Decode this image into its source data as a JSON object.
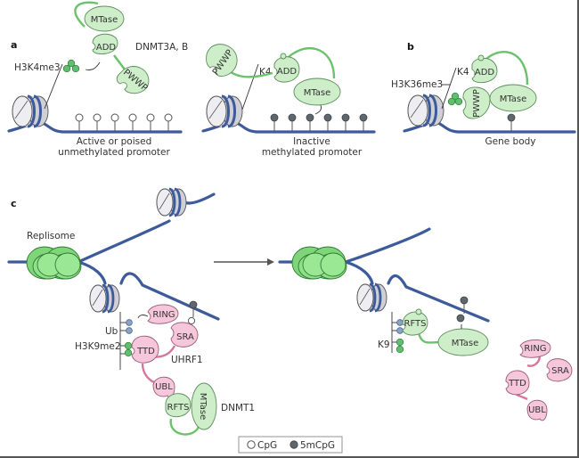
{
  "figure": {
    "panels": {
      "a": {
        "label": "a",
        "enzyme_name": "DNMT3A, B",
        "mark_label": "H3K4me3",
        "k4_label": "K4",
        "domains": {
          "mtase": "MTase",
          "add": "ADD",
          "pwwp": "PWWP"
        },
        "left_caption": [
          "Active or poised",
          "unmethylated promoter"
        ],
        "right_caption": [
          "Inactive",
          "methylated promoter"
        ],
        "left_cpg_count": 6,
        "left_cpg_state": "unmethylated",
        "right_cpg_count": 6,
        "right_cpg_state": "methylated"
      },
      "b": {
        "label": "b",
        "mark_label": "H3K36me3",
        "k4_label": "K4",
        "domains": {
          "mtase": "MTase",
          "add": "ADD",
          "pwwp": "PWWP"
        },
        "caption": "Gene body",
        "cpg_count": 1,
        "cpg_state": "methylated"
      },
      "c": {
        "label": "c",
        "replisome_label": "Replisome",
        "ub_label": "Ub",
        "h3k9_label": "H3K9me2",
        "k9_label": "K9",
        "uhrf1_label": "UHRF1",
        "dnmt1_label": "DNMT1",
        "uhrf1_domains": {
          "ring": "RING",
          "sra": "SRA",
          "ttd": "TTD",
          "ubl": "UBL"
        },
        "dnmt1_domains": {
          "rfts": "RFTS",
          "mtase": "MTase"
        }
      }
    },
    "legend": {
      "items": [
        {
          "symbol": "open-circle",
          "label": "CpG"
        },
        {
          "symbol": "filled-circle",
          "label": "5mCpG"
        }
      ]
    },
    "colors": {
      "dna": "#3d5a9a",
      "dnmt_domain_fill": "#cdeec8",
      "dnmt_linker": "#6cc26c",
      "uhrf1_domain_fill": "#f6c7da",
      "uhrf1_linker": "#d9769e",
      "methyl_cpg": "#5f666d",
      "histone_mark": "#5fbf6f",
      "ubiquitin": "#7f98b8"
    }
  }
}
